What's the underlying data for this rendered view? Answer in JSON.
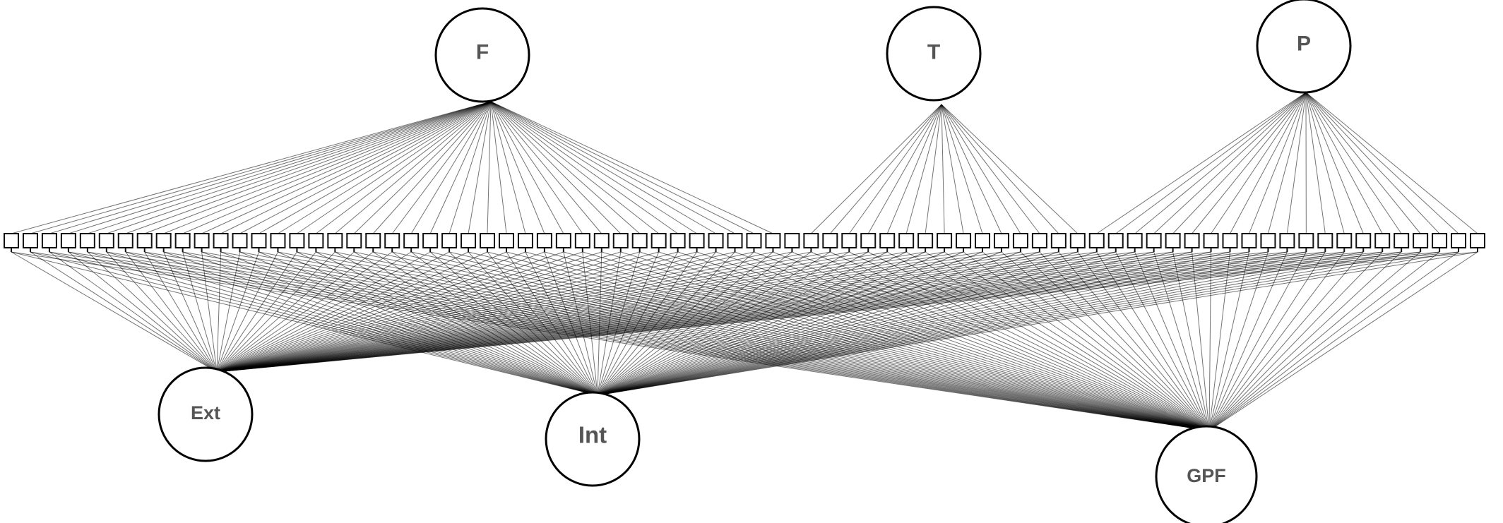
{
  "diagram": {
    "type": "bifactor path diagram",
    "item_count": 78,
    "factors": [
      {
        "id": "F",
        "label": "F",
        "items": [
          0,
          40
        ]
      },
      {
        "id": "T",
        "label": "T",
        "items": [
          42,
          56
        ]
      },
      {
        "id": "P",
        "label": "P",
        "items": [
          57,
          77
        ]
      },
      {
        "id": "Ext",
        "label": "Ext",
        "items": [
          0,
          77
        ]
      },
      {
        "id": "Int",
        "label": "Int",
        "items": [
          0,
          77
        ]
      },
      {
        "id": "GPF",
        "label": "GPF",
        "items": [
          0,
          77
        ]
      }
    ],
    "colors": {
      "line": "#000000",
      "circle_stroke": "#000000",
      "label": "#555555",
      "background": "#ffffff"
    }
  }
}
